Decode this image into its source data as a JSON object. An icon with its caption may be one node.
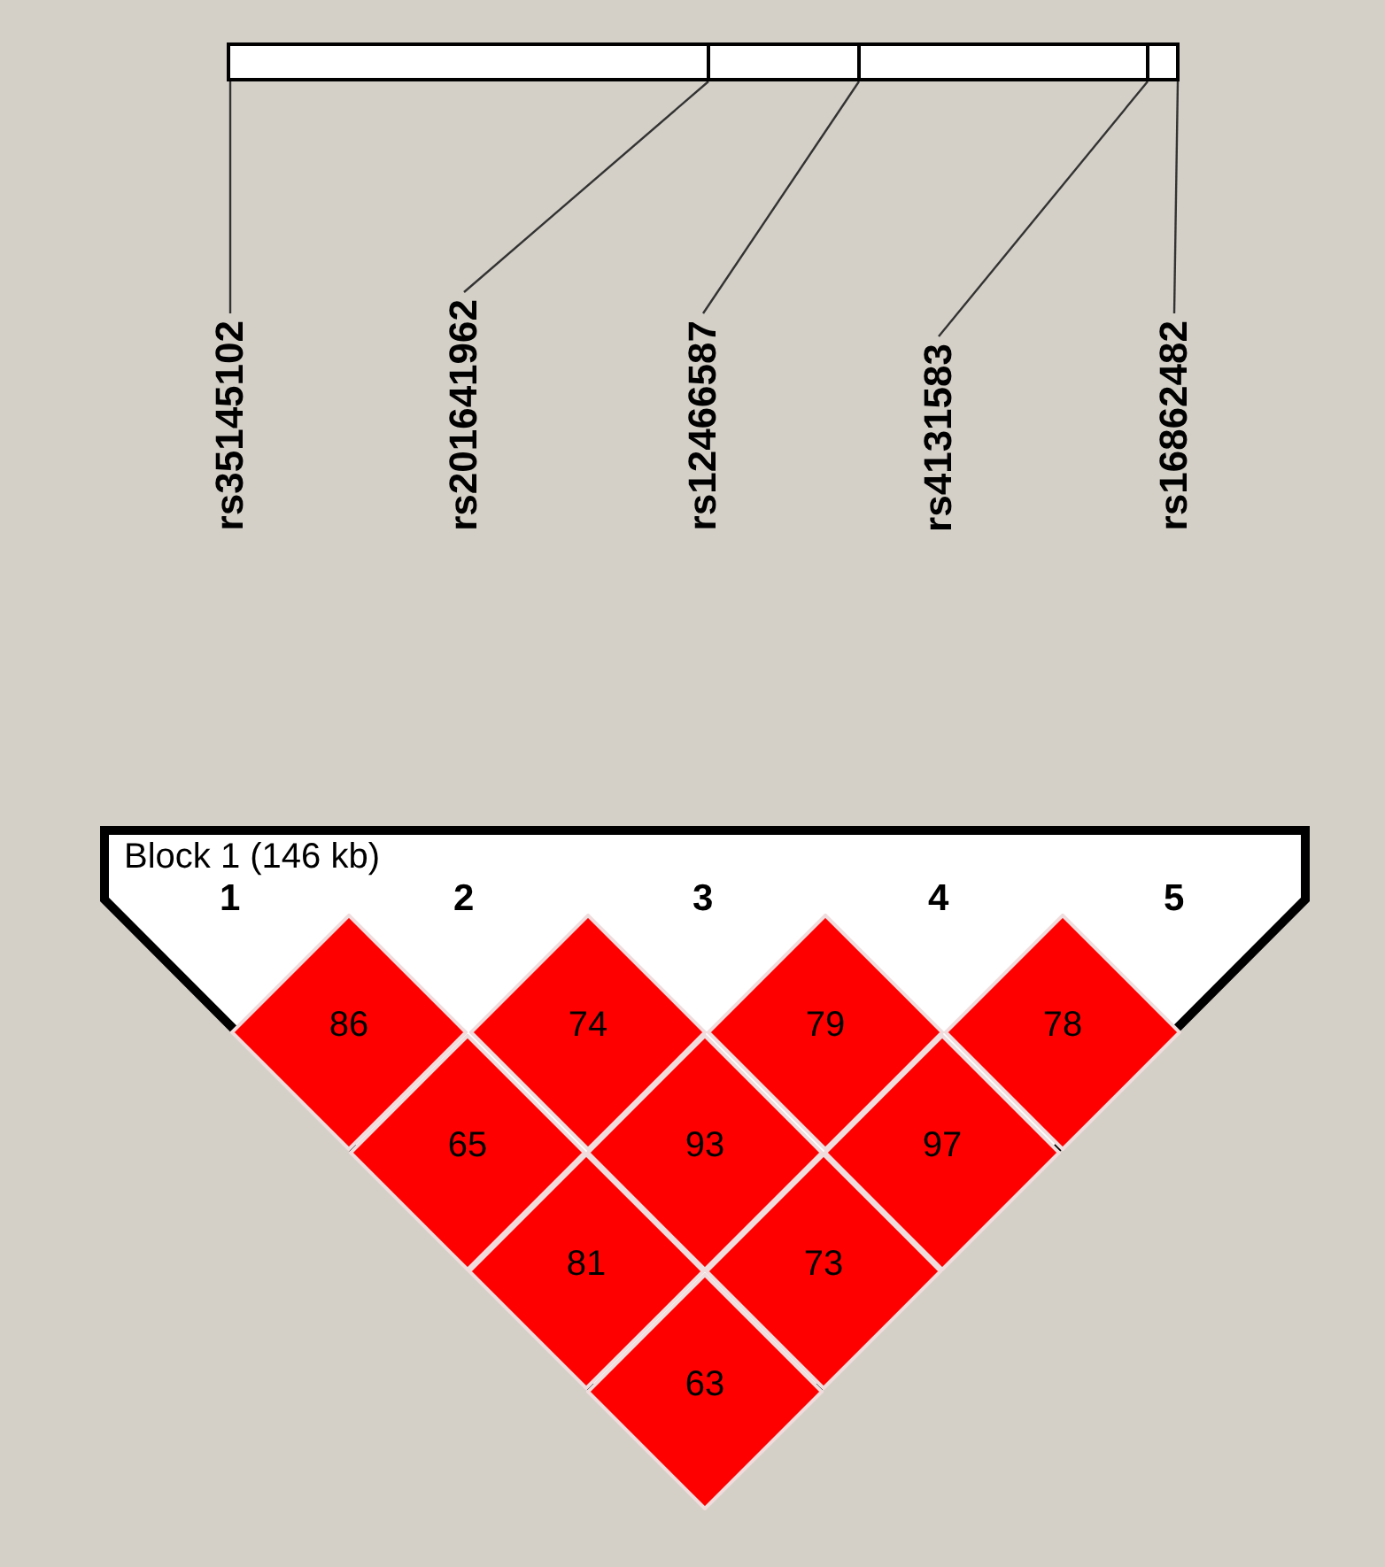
{
  "diagram": {
    "nodes": [
      {
        "text": [],
        "shape": "bar"
      },
      {
        "text": [
          "rs35145102"
        ]
      },
      {
        "text": [
          "rs201641962"
        ]
      },
      {
        "text": [
          "rs12466587"
        ]
      },
      {
        "text": [
          "rs4131583"
        ]
      },
      {
        "text": [
          "rs16862482"
        ]
      },
      {
        "text": [
          "Block 1 (146 kb)"
        ]
      },
      {
        "text": [
          "86"
        ],
        "in": 6
      },
      {
        "text": [
          "74"
        ],
        "in": 6
      },
      {
        "text": [
          "79"
        ],
        "in": 6
      },
      {
        "text": [
          "78"
        ],
        "in": 6
      },
      {
        "text": [
          "65"
        ],
        "in": 6
      },
      {
        "text": [
          "93"
        ],
        "in": 6
      },
      {
        "text": [
          "97"
        ],
        "in": 6
      },
      {
        "text": [
          "81"
        ],
        "in": 6
      },
      {
        "text": [
          "73"
        ],
        "in": 6
      },
      {
        "text": [
          "63"
        ],
        "in": 6
      }
    ],
    "edges": [
      {
        "from": 1,
        "to": 0,
        "arrow": "none"
      },
      {
        "from": 2,
        "to": 0,
        "arrow": "none"
      },
      {
        "from": 3,
        "to": 0,
        "arrow": "none"
      },
      {
        "from": 4,
        "to": 0,
        "arrow": "none"
      },
      {
        "from": 5,
        "to": 0,
        "arrow": "none"
      }
    ],
    "labels": [
      "1",
      "2",
      "3",
      "4",
      "5"
    ]
  }
}
